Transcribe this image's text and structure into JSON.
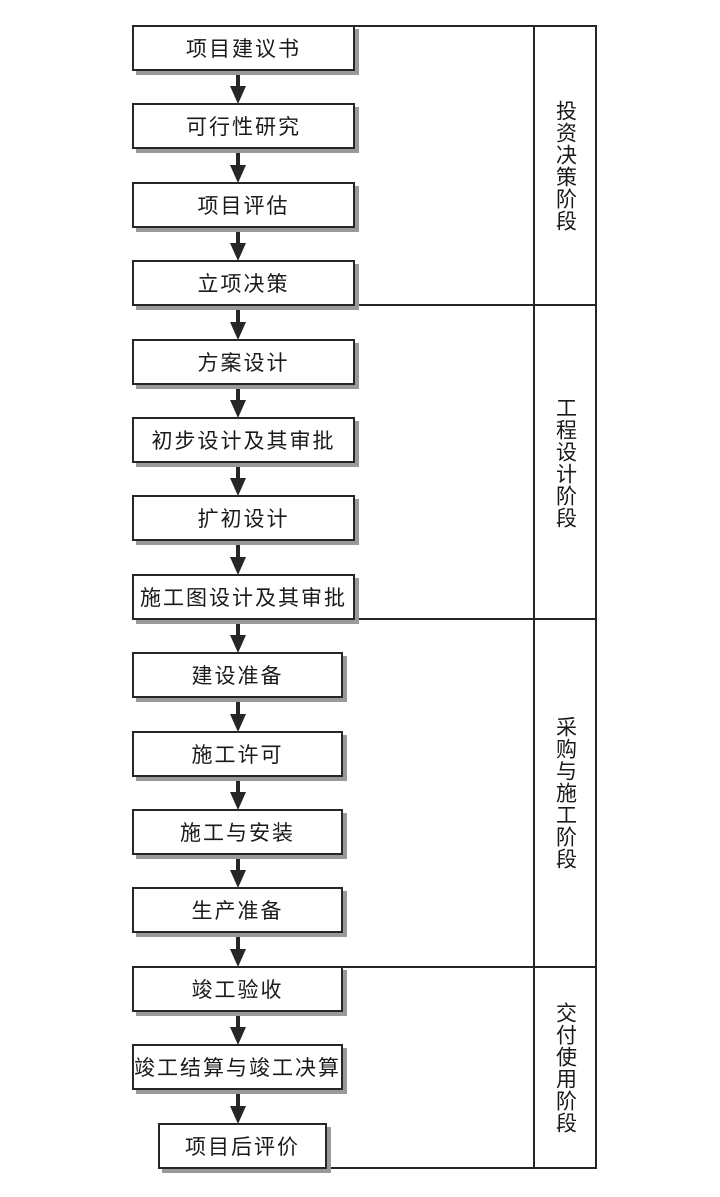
{
  "diagram": {
    "steps": [
      "项目建议书",
      "可行性研究",
      "项目评估",
      "立项决策",
      "方案设计",
      "初步设计及其审批",
      "扩初设计",
      "施工图设计及其审批",
      "建设准备",
      "施工许可",
      "施工与安装",
      "生产准备",
      "竣工验收",
      "竣工结算与竣工决算",
      "项目后评价"
    ],
    "stages": [
      {
        "label": "投资决策阶段"
      },
      {
        "label": "工程设计阶段"
      },
      {
        "label": "采购与施工阶段"
      },
      {
        "label": "交付使用阶段"
      }
    ],
    "stage_boundaries": [
      {
        "step": 0,
        "edge": "top"
      },
      {
        "step": 3,
        "edge": "bottom"
      },
      {
        "step": 7,
        "edge": "bottom"
      },
      {
        "step": 12,
        "edge": "top"
      },
      {
        "step": 14,
        "edge": "bottom"
      }
    ],
    "connector_icon": "down-arrow",
    "colors": {
      "line": "#262626",
      "shadow": "#999999",
      "background": "#ffffff",
      "text": "#1a1a1a"
    }
  }
}
